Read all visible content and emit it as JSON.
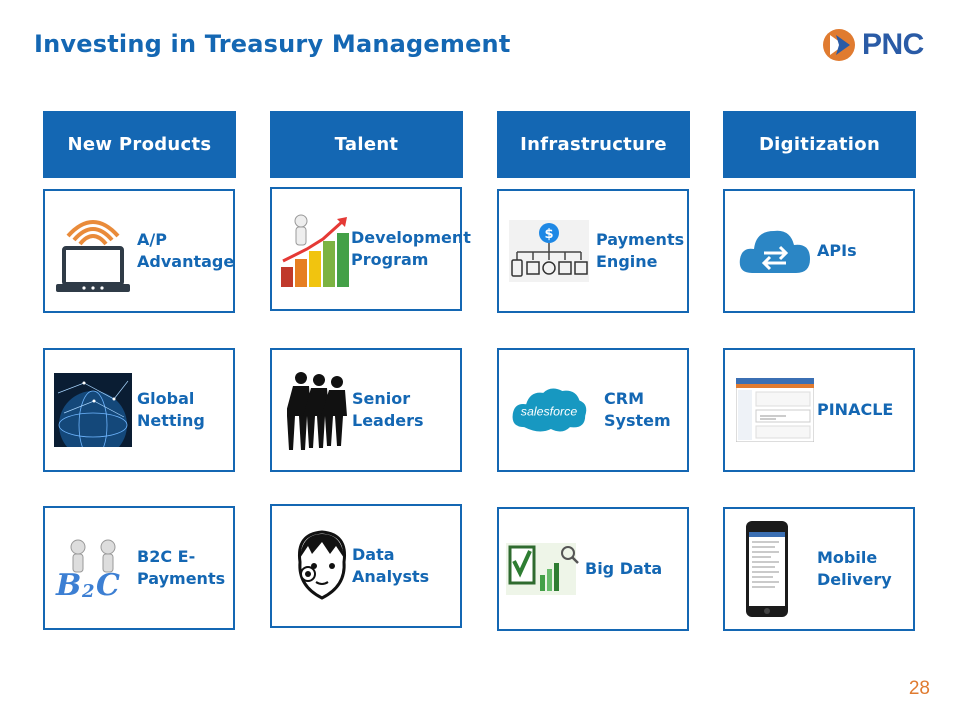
{
  "page": {
    "title": "Investing in Treasury Management",
    "brand": "PNC",
    "page_number": "28",
    "accent_color": "#1467b3",
    "brand_orange": "#e07b30"
  },
  "columns": [
    {
      "header": "New Products",
      "items": [
        {
          "label": "A/P\nAdvantage",
          "icon": "laptop-wifi-icon"
        },
        {
          "label": "Global\nNetting",
          "icon": "globe-network-icon"
        },
        {
          "label": "B2C E-\nPayments",
          "icon": "b2c-people-icon"
        }
      ]
    },
    {
      "header": "Talent",
      "items": [
        {
          "label": "Development\nProgram",
          "icon": "growth-chart-icon"
        },
        {
          "label": "Senior\nLeaders",
          "icon": "business-people-icon"
        },
        {
          "label": "Data\nAnalysts",
          "icon": "analyst-head-icon"
        }
      ]
    },
    {
      "header": "Infrastructure",
      "items": [
        {
          "label": "Payments\nEngine",
          "icon": "payment-network-icon"
        },
        {
          "label": "CRM\nSystem",
          "icon": "salesforce-icon",
          "logo_text": "salesforce"
        },
        {
          "label": "Big Data",
          "icon": "big-data-icon"
        }
      ]
    },
    {
      "header": "Digitization",
      "items": [
        {
          "label": "APIs",
          "icon": "cloud-exchange-icon"
        },
        {
          "label": "PINACLE",
          "icon": "pinacle-screen-icon"
        },
        {
          "label": "Mobile\nDelivery",
          "icon": "smartphone-icon"
        }
      ]
    }
  ]
}
